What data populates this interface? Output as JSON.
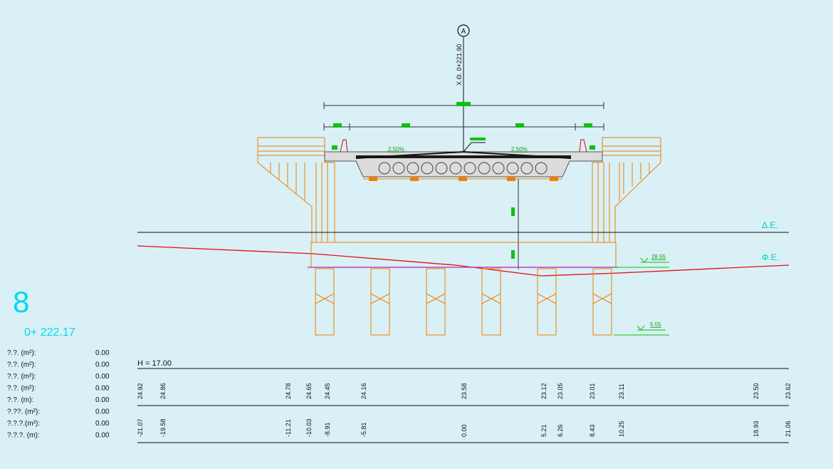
{
  "section": {
    "number": "8",
    "chainage": "0+ 222.17",
    "axis_label": "X.Θ. 0+221.90",
    "axis_symbol": "Ⓐ",
    "levels": {
      "de": "Δ.Ε.",
      "fe": "Φ.Ε."
    },
    "slab_labels": {
      "left": "2.50%",
      "right": "2.50%"
    },
    "dims": {
      "upper": "28.55",
      "lower": "5.55"
    },
    "datum": "H = 17.00"
  },
  "quantities": [
    {
      "label": "?.?.  (m²):",
      "value": "0.00"
    },
    {
      "label": "?.?.  (m²):",
      "value": "0.00"
    },
    {
      "label": "?.?.  (m²):",
      "value": "0.00"
    },
    {
      "label": "?.?.  (m²):",
      "value": "0.00"
    },
    {
      "label": "?.?.    (m):",
      "value": "0.00"
    },
    {
      "label": "?.??. (m²):",
      "value": "0.00"
    },
    {
      "label": "?.?.?.(m²):",
      "value": "0.00"
    },
    {
      "label": "?.?.?.  (m):",
      "value": "0.00"
    }
  ],
  "elevations": [
    "24.92",
    "24.86",
    "24.78",
    "24.65",
    "24.45",
    "24.16",
    "23.58",
    "23.12",
    "23.05",
    "23.01",
    "23.11",
    "23.50",
    "23.62"
  ],
  "offsets": [
    "-21.07",
    "-19.58",
    "-11.21",
    "-10.03",
    "-8.91",
    "-5.81",
    "0.00",
    "5.21",
    "6.26",
    "8.43",
    "10.25",
    "18.93",
    "21.06"
  ],
  "colors": {
    "background": "#d9f0f6",
    "structure": "#f08000",
    "ground_line": "#e01010",
    "accent": "#00c8c8",
    "dimension": "#10c010",
    "marker": "#10c010",
    "ink": "#111111",
    "concrete": "#dcdcdc"
  }
}
